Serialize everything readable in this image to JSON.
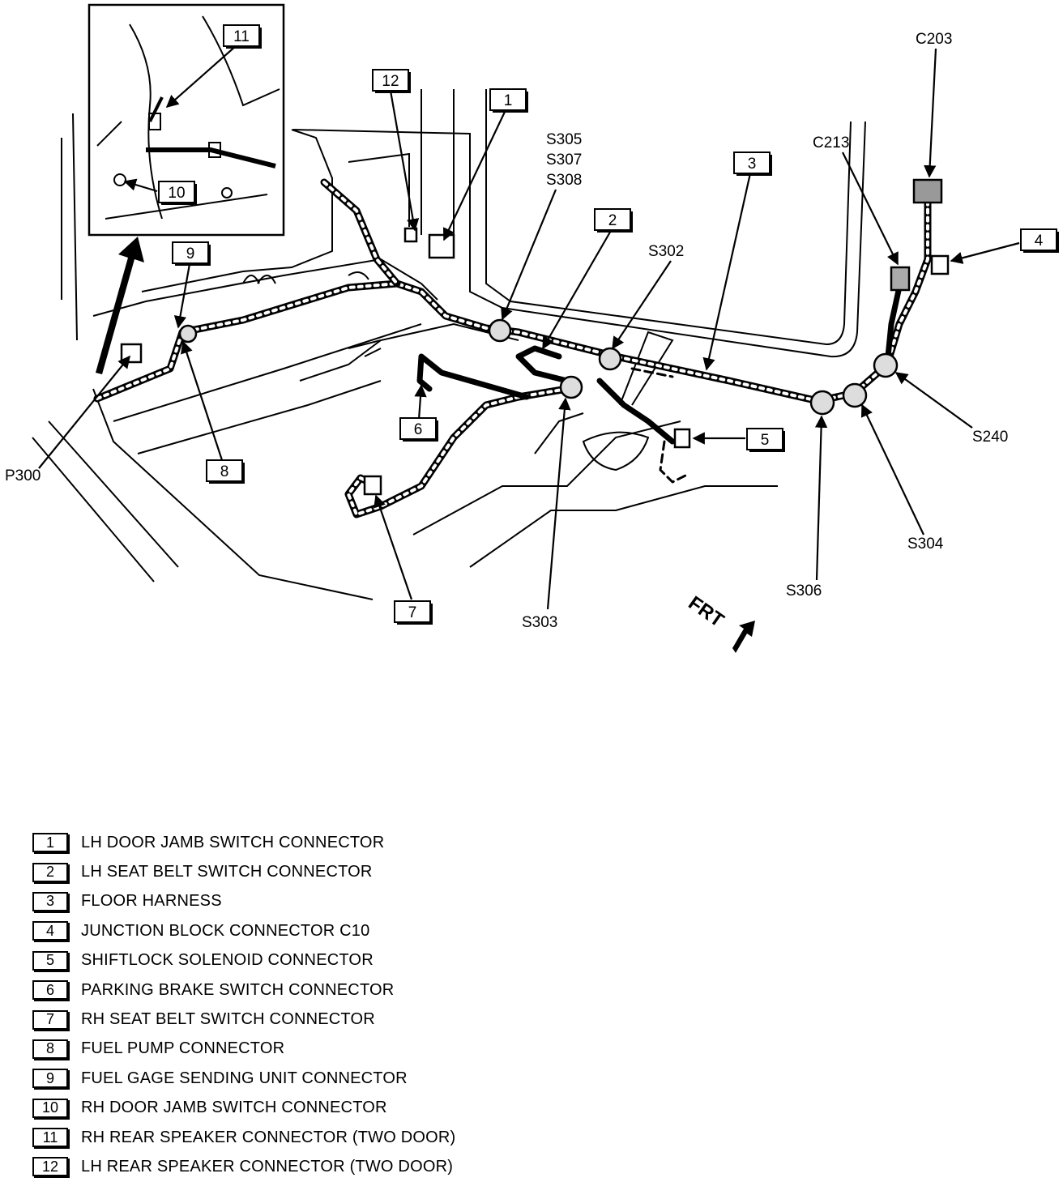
{
  "callouts": [
    {
      "id": "1",
      "text": "LH DOOR JAMB SWITCH CONNECTOR"
    },
    {
      "id": "2",
      "text": "LH SEAT BELT SWITCH CONNECTOR"
    },
    {
      "id": "3",
      "text": "FLOOR HARNESS"
    },
    {
      "id": "4",
      "text": "JUNCTION BLOCK CONNECTOR C10"
    },
    {
      "id": "5",
      "text": "SHIFTLOCK SOLENOID CONNECTOR"
    },
    {
      "id": "6",
      "text": "PARKING BRAKE SWITCH CONNECTOR"
    },
    {
      "id": "7",
      "text": "RH SEAT BELT SWITCH CONNECTOR"
    },
    {
      "id": "8",
      "text": "FUEL PUMP CONNECTOR"
    },
    {
      "id": "9",
      "text": "FUEL GAGE SENDING UNIT CONNECTOR"
    },
    {
      "id": "10",
      "text": "RH DOOR JAMB SWITCH CONNECTOR"
    },
    {
      "id": "11",
      "text": "RH REAR SPEAKER CONNECTOR (TWO DOOR)"
    },
    {
      "id": "12",
      "text": "LH REAR SPEAKER CONNECTOR (TWO DOOR)"
    }
  ],
  "labels": {
    "c203": "C203",
    "c213": "C213",
    "s305": "S305",
    "s307": "S307",
    "s308": "S308",
    "s302": "S302",
    "s240": "S240",
    "s304": "S304",
    "s306": "S306",
    "s303": "S303",
    "p300": "P300",
    "frt": "FRT"
  }
}
